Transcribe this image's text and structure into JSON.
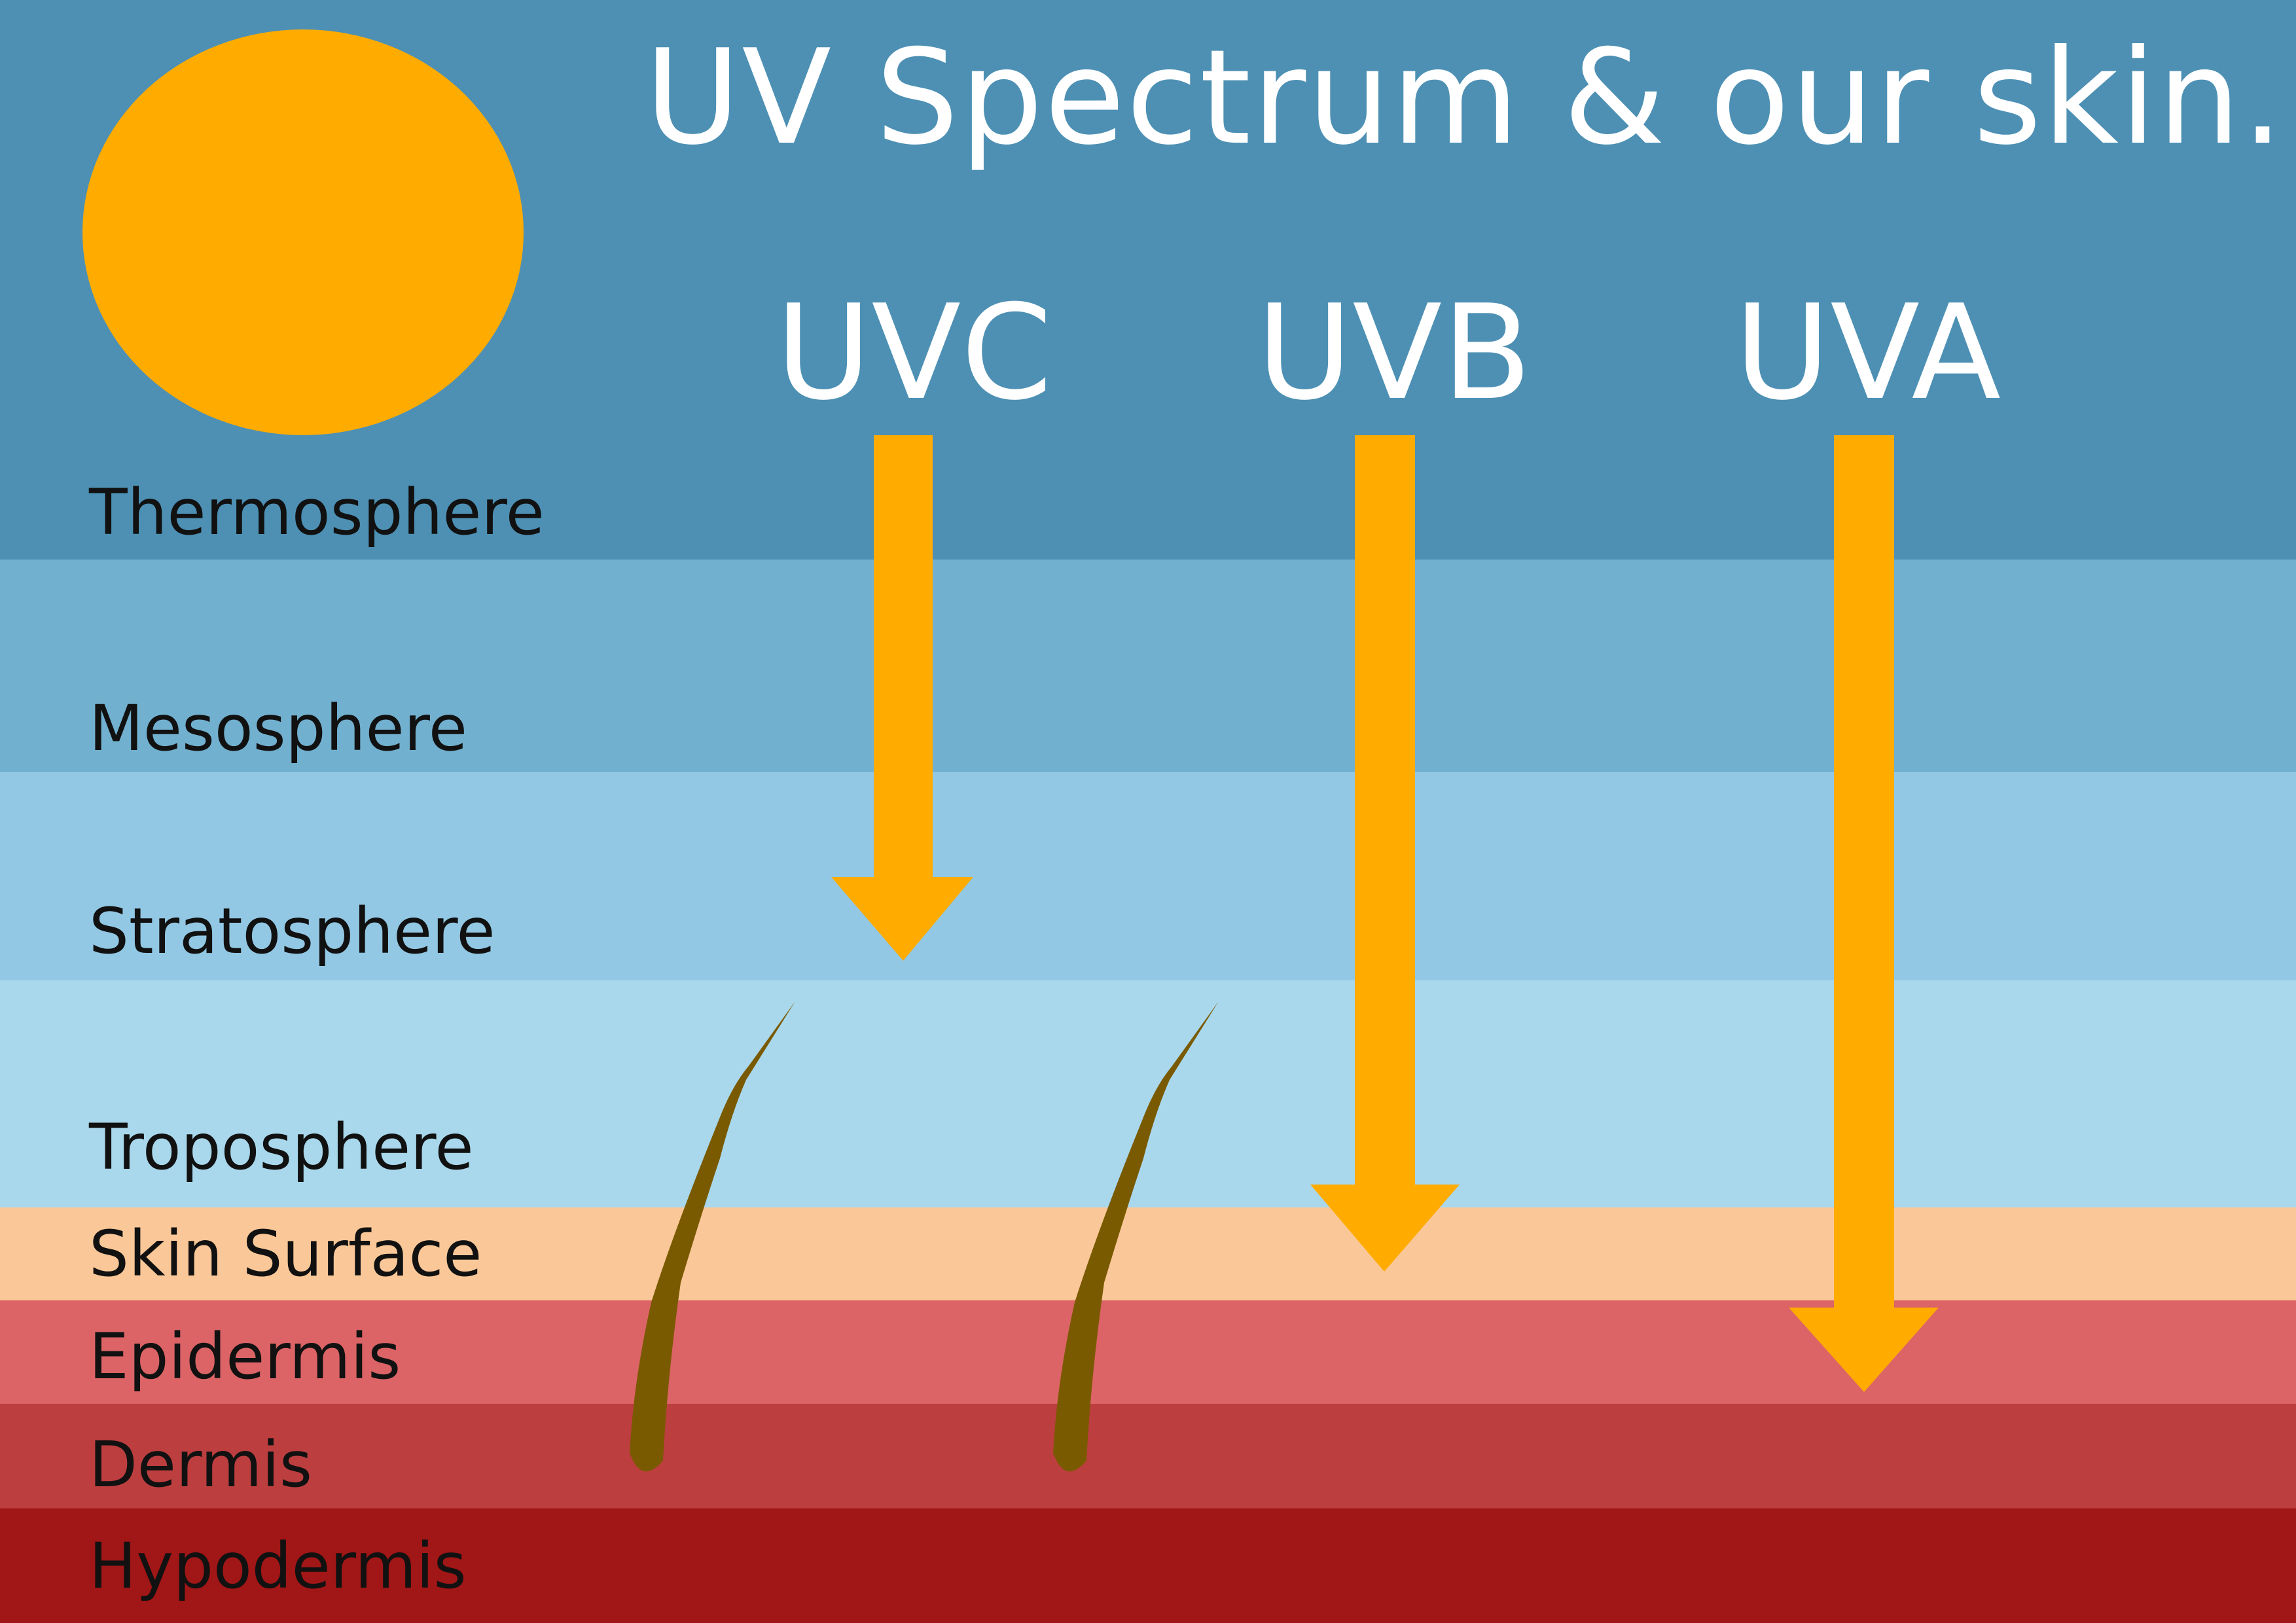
{
  "title": "UV Spectrum & our skin...",
  "colors": {
    "sun": "#ffab00",
    "arrow": "#ffab00",
    "hair": "#7a5a00",
    "title_text": "#ffffff",
    "label_text": "#111111"
  },
  "layers": [
    {
      "name": "Thermosphere",
      "color": "#4d90b4"
    },
    {
      "name": "Mesosphere",
      "color": "#72b0cf"
    },
    {
      "name": "Stratosphere",
      "color": "#92c8e4"
    },
    {
      "name": "Troposphere",
      "color": "#a9d8ec"
    },
    {
      "name": "Skin Surface",
      "color": "#fac898"
    },
    {
      "name": "Epidermis",
      "color": "#dc6466"
    },
    {
      "name": "Dermis",
      "color": "#bd3e3f"
    },
    {
      "name": "Hypodermis",
      "color": "#a11616"
    }
  ],
  "rays": [
    {
      "label": "UVC",
      "stops_in_layer": "Stratosphere"
    },
    {
      "label": "UVB",
      "stops_in_layer": "Skin Surface"
    },
    {
      "label": "UVA",
      "stops_in_layer": "Epidermis"
    }
  ],
  "icons": [
    "sun-icon",
    "hair-icon"
  ]
}
